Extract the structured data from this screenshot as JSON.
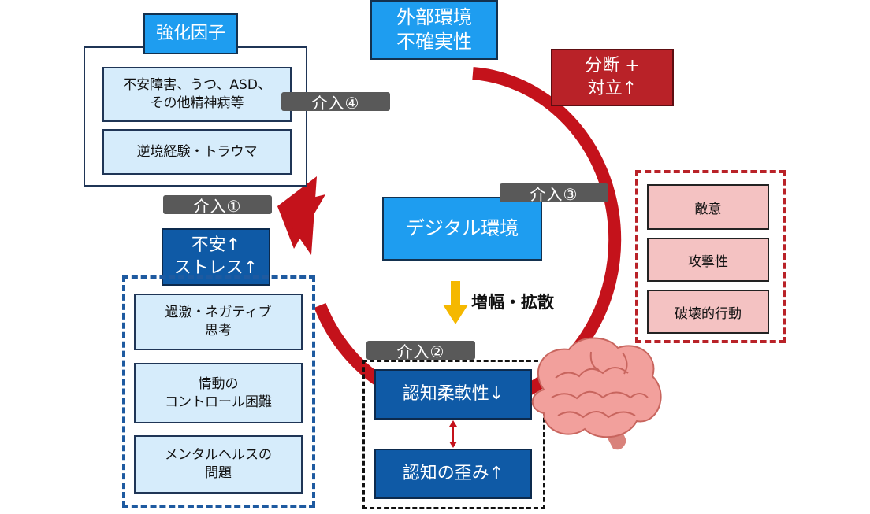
{
  "reinforcing_factors": {
    "title": "強化因子",
    "items": [
      "不安障害、うつ、ASD、\nその他精神病等",
      "逆境経験・トラウマ"
    ]
  },
  "external_env": "外部環境\n不確実性",
  "division": "分断 +\n対立↑",
  "digital_env": "デジタル環境",
  "amplify_label": "増幅・拡散",
  "anxiety": "不安↑\nストレス↑",
  "left_items": [
    "過激・ネガティブ\n思考",
    "情動の\nコントロール困難",
    "メンタルヘルスの\n問題"
  ],
  "cognitive_flexibility": "認知柔軟性↓",
  "cognitive_distortion": "認知の歪み↑",
  "right_items": [
    "敵意",
    "攻撃性",
    "破壊的行動"
  ],
  "interventions": {
    "i1": "介入①",
    "i2": "介入②",
    "i3": "介入③",
    "i4": "介入④"
  },
  "icons": {
    "brain": "brain-icon",
    "amplify_arrow": "down-arrow-icon",
    "cycle_arrow": "cycle-arrow-icon",
    "double_arrow": "double-arrow-icon"
  },
  "colors": {
    "cycle_red": "#c4121b",
    "sky_blue": "#1e9df0",
    "navy": "#0f5aa6",
    "dark_red": "#b92228",
    "pink": "#f4c2c2",
    "light_blue": "#d6ecfb",
    "intervention_gray": "#595959",
    "arrow_gold": "#f5b800"
  }
}
